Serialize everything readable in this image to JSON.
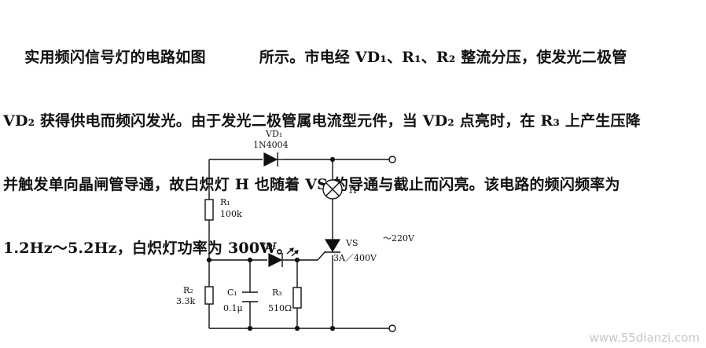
{
  "paragraph": {
    "lines": [
      "    实用频闪信号灯的电路如图          所示。市电经 VD₁、R₁、R₂ 整流分压，使发光二极管",
      "VD₂ 获得供电而频闪发光。由于发光二极管属电流型元件，当 VD₂ 点亮时，在 R₃ 上产生压降",
      "并触发单向晶闸管导通，故白炽灯 H 也随着 VS 的导通与截止而闪亮。该电路的频闪频率为",
      "1.2Hz～5.2Hz，白炽灯功率为 300W。"
    ]
  },
  "circuit": {
    "vd1": {
      "name": "VD₁",
      "part": "1N4004"
    },
    "lamp": {
      "name": "H"
    },
    "r1": {
      "name": "R₁",
      "value": "100k"
    },
    "vd2": {
      "name": "VD₂"
    },
    "vs": {
      "name": "VS",
      "rating": "3A／400V"
    },
    "supply": {
      "label": "～220V"
    },
    "r2": {
      "name": "R₂",
      "value": "3.3k"
    },
    "c1": {
      "name": "C₁",
      "value": "0.1μ"
    },
    "r3": {
      "name": "R₃",
      "value": "510Ω"
    }
  },
  "watermark": "www.55dianzi.com"
}
